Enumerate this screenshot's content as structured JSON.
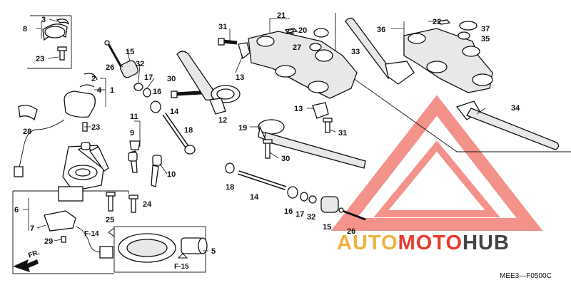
{
  "callouts": [
    {
      "id": "c3",
      "text": "3"
    },
    {
      "id": "c8",
      "text": "8"
    },
    {
      "id": "c23a",
      "text": "23"
    },
    {
      "id": "c15a",
      "text": "15"
    },
    {
      "id": "c26a",
      "text": "26"
    },
    {
      "id": "c32a",
      "text": "32"
    },
    {
      "id": "c17a",
      "text": "17"
    },
    {
      "id": "c16a",
      "text": "16"
    },
    {
      "id": "c14a",
      "text": "14"
    },
    {
      "id": "c18a",
      "text": "18"
    },
    {
      "id": "c30a",
      "text": "30"
    },
    {
      "id": "c2",
      "text": "2"
    },
    {
      "id": "c4",
      "text": "4"
    },
    {
      "id": "c1",
      "text": "1"
    },
    {
      "id": "c28",
      "text": "28"
    },
    {
      "id": "c23b",
      "text": "23"
    },
    {
      "id": "c11",
      "text": "11"
    },
    {
      "id": "c9",
      "text": "9"
    },
    {
      "id": "c10",
      "text": "10"
    },
    {
      "id": "c6",
      "text": "6"
    },
    {
      "id": "c7",
      "text": "7"
    },
    {
      "id": "c29",
      "text": "29"
    },
    {
      "id": "c25",
      "text": "25"
    },
    {
      "id": "c24",
      "text": "24"
    },
    {
      "id": "c5",
      "text": "5"
    },
    {
      "id": "c31a",
      "text": "31"
    },
    {
      "id": "c21",
      "text": "21"
    },
    {
      "id": "c22a",
      "text": "22"
    },
    {
      "id": "c20",
      "text": "20"
    },
    {
      "id": "c27",
      "text": "27"
    },
    {
      "id": "c13a",
      "text": "13"
    },
    {
      "id": "c12",
      "text": "12"
    },
    {
      "id": "c13b",
      "text": "13"
    },
    {
      "id": "c19",
      "text": "19"
    },
    {
      "id": "c31b",
      "text": "31"
    },
    {
      "id": "c30b",
      "text": "30"
    },
    {
      "id": "c18b",
      "text": "18"
    },
    {
      "id": "c14b",
      "text": "14"
    },
    {
      "id": "c16b",
      "text": "16"
    },
    {
      "id": "c17b",
      "text": "17"
    },
    {
      "id": "c32b",
      "text": "32"
    },
    {
      "id": "c15b",
      "text": "15"
    },
    {
      "id": "c26b",
      "text": "26"
    },
    {
      "id": "c36",
      "text": "36"
    },
    {
      "id": "c22b",
      "text": "22"
    },
    {
      "id": "c37",
      "text": "37"
    },
    {
      "id": "c35",
      "text": "35"
    },
    {
      "id": "c33",
      "text": "33"
    },
    {
      "id": "c34",
      "text": "34"
    }
  ],
  "references": {
    "f14": "F-14",
    "f15": "F-15",
    "front": "FR."
  },
  "diagram_code": "MEE3—F0500C",
  "watermark": {
    "part1": "AUTO",
    "part2": "MOTO",
    "part3": "HUB",
    "accent": "#ea3a2e",
    "secondary": "#f2b13d",
    "dark": "#444444"
  }
}
